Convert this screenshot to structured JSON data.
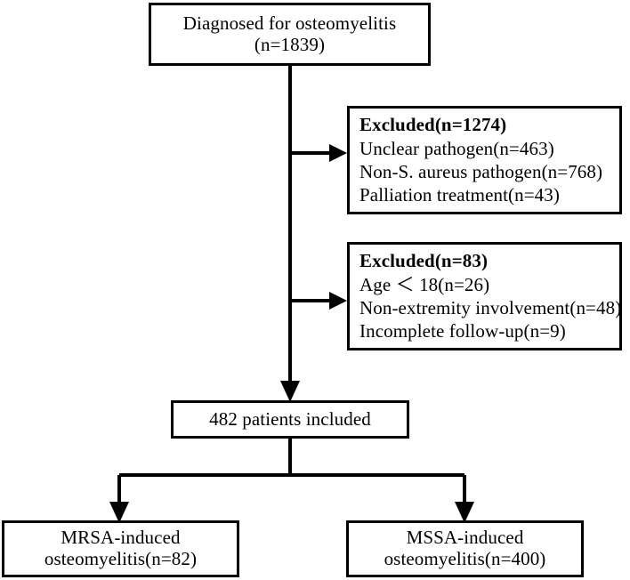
{
  "chart_data": {
    "type": "diagram",
    "title": "Patient selection flow diagram for osteomyelitis study",
    "nodes": [
      {
        "id": "diagnosed",
        "lines": [
          "Diagnosed for osteomyelitis",
          "(n=1839)"
        ],
        "count": 1839
      },
      {
        "id": "excluded_1",
        "lines": [
          "Excluded(n=1274)",
          "Unclear pathogen(n=463)",
          "Non-S. aureus pathogen(n=768)",
          "Palliation treatment(n=43)"
        ],
        "count": 1274
      },
      {
        "id": "excluded_2",
        "lines": [
          "Excluded(n=83)",
          "Age ＜ 18(n=26)",
          "Non-extremity involvement(n=48)",
          "Incomplete follow-up(n=9)"
        ],
        "count": 83
      },
      {
        "id": "included",
        "lines": [
          "482 patients included"
        ],
        "count": 482
      },
      {
        "id": "mrsa",
        "lines": [
          "MRSA-induced",
          "osteomyelitis(n=82)"
        ],
        "count": 82
      },
      {
        "id": "mssa",
        "lines": [
          "MSSA-induced",
          "osteomyelitis(n=400)"
        ],
        "count": 400
      }
    ],
    "edges": [
      {
        "from": "diagnosed",
        "to": "excluded_1",
        "style": "arrow"
      },
      {
        "from": "diagnosed",
        "to": "excluded_2",
        "style": "arrow"
      },
      {
        "from": "diagnosed",
        "to": "included",
        "style": "arrow"
      },
      {
        "from": "included",
        "to": "mrsa",
        "style": "arrow"
      },
      {
        "from": "included",
        "to": "mssa",
        "style": "arrow"
      }
    ],
    "stroke_color": "#000000",
    "background_color": "#ffffff"
  },
  "diagram": {
    "diagnosed": {
      "line1": "Diagnosed for osteomyelitis",
      "line2": "(n=1839)"
    },
    "excluded_1": {
      "heading": "Excluded(n=1274)",
      "item1": "Unclear pathogen(n=463)",
      "item2": "Non-S. aureus pathogen(n=768)",
      "item3": "Palliation treatment(n=43)"
    },
    "excluded_2": {
      "heading": "Excluded(n=83)",
      "item1": "Age ＜ 18(n=26)",
      "item2": "Non-extremity involvement(n=48)",
      "item3": "Incomplete follow-up(n=9)"
    },
    "included": {
      "line1": "482 patients included"
    },
    "mrsa": {
      "line1": "MRSA-induced",
      "line2": "osteomyelitis(n=82)"
    },
    "mssa": {
      "line1": "MSSA-induced",
      "line2": "osteomyelitis(n=400)"
    }
  }
}
